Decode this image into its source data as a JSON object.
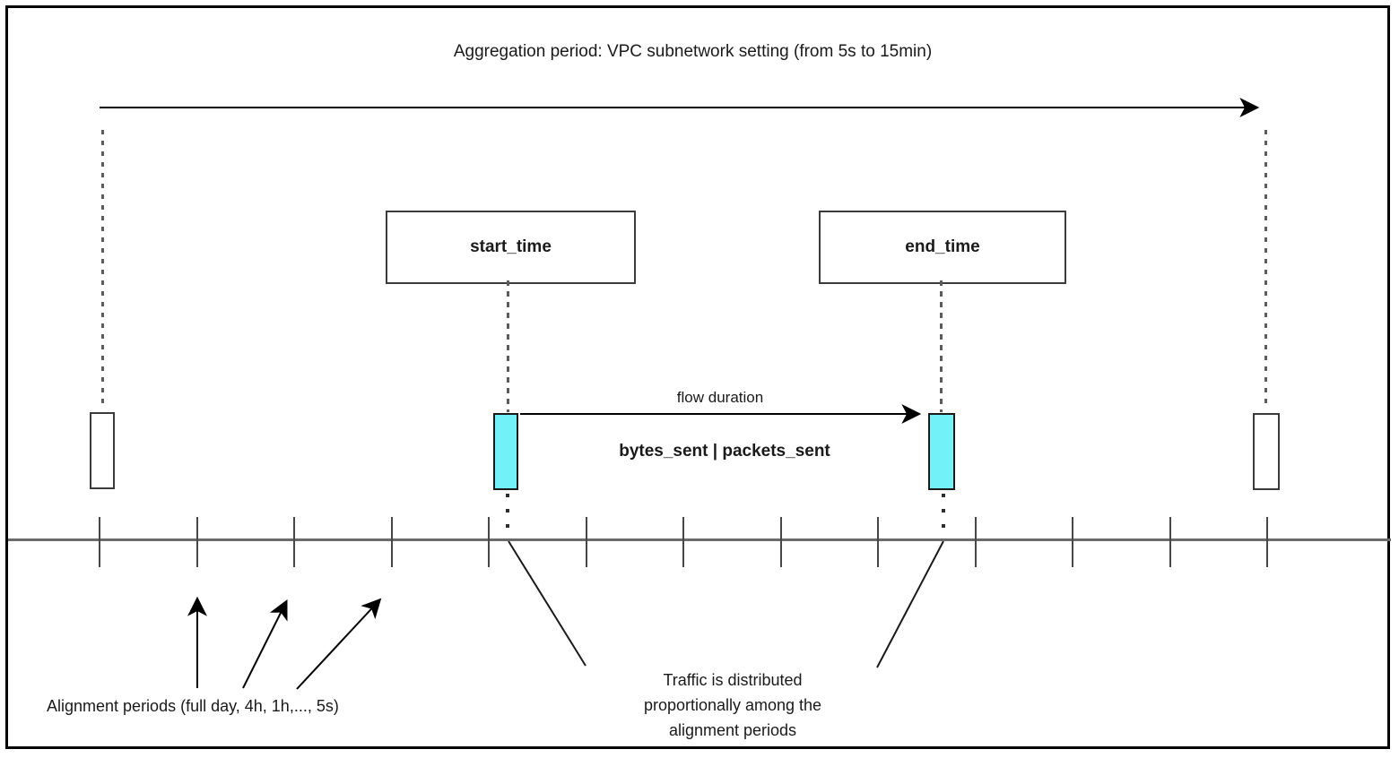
{
  "diagram": {
    "title": "Aggregation period: VPC subnetwork setting (from 5s to 15min)",
    "start_box_label": "start_time",
    "end_box_label": "end_time",
    "flow_duration_label": "flow duration",
    "metrics_label": "bytes_sent | packets_sent",
    "alignment_label": "Alignment periods (full day, 4h, 1h,..., 5s)",
    "traffic_note_lines": [
      "Traffic is distributed",
      "proportionally among the",
      "alignment periods"
    ],
    "timeline": {
      "tick_count": 13,
      "tick_start_x": 111,
      "tick_spacing": 108.5
    },
    "colors": {
      "cyan": "#72f1f8",
      "axis": "#6b6b6b",
      "tick": "#474747",
      "boxborder": "#3b3b3b",
      "dash": "#5c5c5c"
    }
  }
}
